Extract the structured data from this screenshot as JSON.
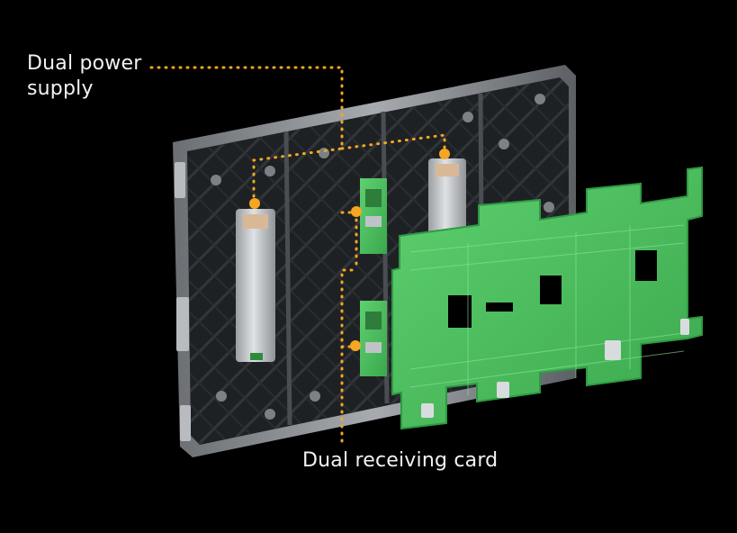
{
  "labels": {
    "power_line1": "Dual power",
    "power_line2": "supply",
    "receiving_card": "Dual receiving card"
  },
  "colors": {
    "background": "#000000",
    "callout": "#f5a623",
    "pcb_green": "#4cc35f",
    "cabinet_dark": "#1e2124",
    "cabinet_frame": "#8e9296",
    "module": "#c9cdd0"
  }
}
